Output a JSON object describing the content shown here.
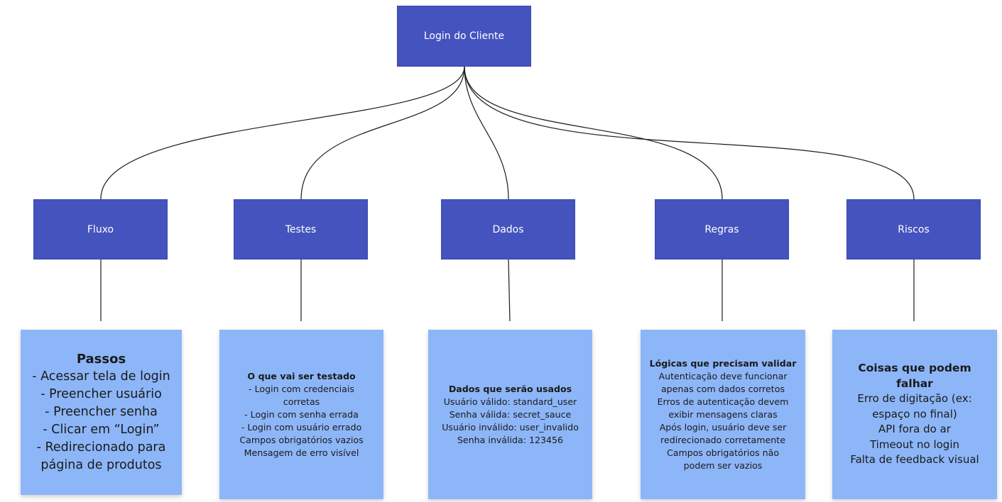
{
  "root": {
    "label": "Login do Cliente"
  },
  "categories": [
    {
      "label": "Fluxo"
    },
    {
      "label": "Testes"
    },
    {
      "label": "Dados"
    },
    {
      "label": "Regras"
    },
    {
      "label": "Riscos"
    }
  ],
  "notes": [
    {
      "title": "Passos",
      "lines": [
        "- Acessar tela de login",
        "- Preencher usuário",
        "- Preencher senha",
        "- Clicar em “Login”",
        "- Redirecionado para",
        "página de produtos"
      ]
    },
    {
      "title": "O que vai ser testado",
      "lines": [
        "- Login com credenciais",
        "corretas",
        "- Login com senha errada",
        "- Login com usuário errado",
        "Campos obrigatórios vazios",
        "Mensagem de erro visível"
      ]
    },
    {
      "title": "Dados que serão usados",
      "lines": [
        "Usuário válido: standard_user",
        "Senha válida: secret_sauce",
        "Usuário inválido: user_invalido",
        "Senha inválida: 123456"
      ]
    },
    {
      "title": "Lógicas que precisam validar",
      "lines": [
        "Autenticação deve funcionar",
        "apenas com dados corretos",
        "Erros de autenticação devem",
        "exibir mensagens claras",
        "Após login, usuário deve ser",
        "redirecionado corretamente",
        "Campos obrigatórios não",
        "podem ser vazios"
      ]
    },
    {
      "title": "Coisas que podem falhar",
      "lines": [
        "Erro de digitação (ex:",
        "espaço no final)",
        "API fora do ar",
        "Timeout no login",
        "Falta de feedback visual"
      ]
    }
  ],
  "colors": {
    "node": "#4453bd",
    "sticky": "#8db6f8",
    "connector": "#1a1a1a"
  }
}
